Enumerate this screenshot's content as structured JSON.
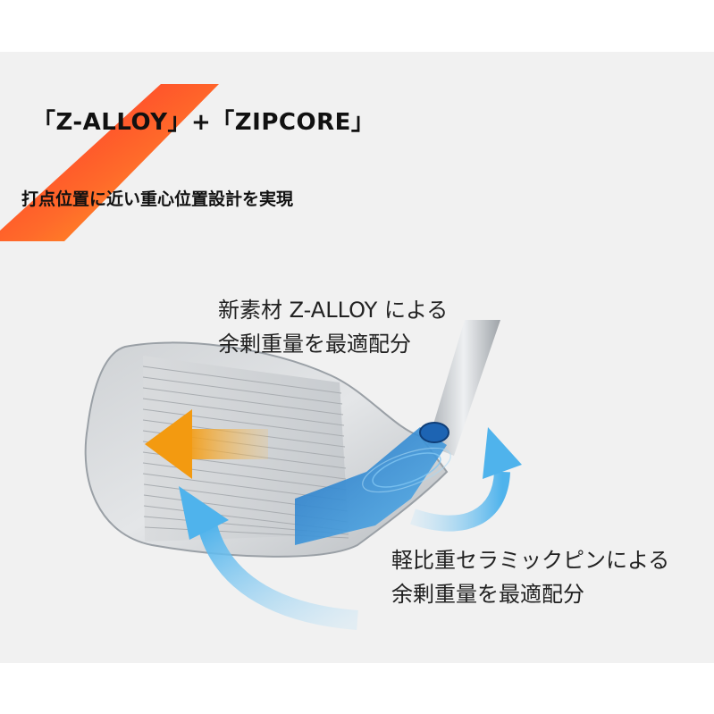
{
  "headline": "「Z-ALLOY」+「ZIPCORE」",
  "subheadline": "打点位置に近い重心位置設計を実現",
  "callout_top": {
    "line1": "新素材 Z-ALLOY による",
    "line2": "余剰重量を最適配分"
  },
  "callout_bottom": {
    "line1": "軽比重セラミックピンによる",
    "line2": "余剰重量を最適配分"
  },
  "colors": {
    "panel_bg": "#f1f1f1",
    "stripe_start": "#ff2d2d",
    "stripe_end": "#ffb020",
    "orange_arrow": "#f5a21a",
    "blue_arrow": "#5bb8ee",
    "insert_blue": "#2a8ad8"
  }
}
